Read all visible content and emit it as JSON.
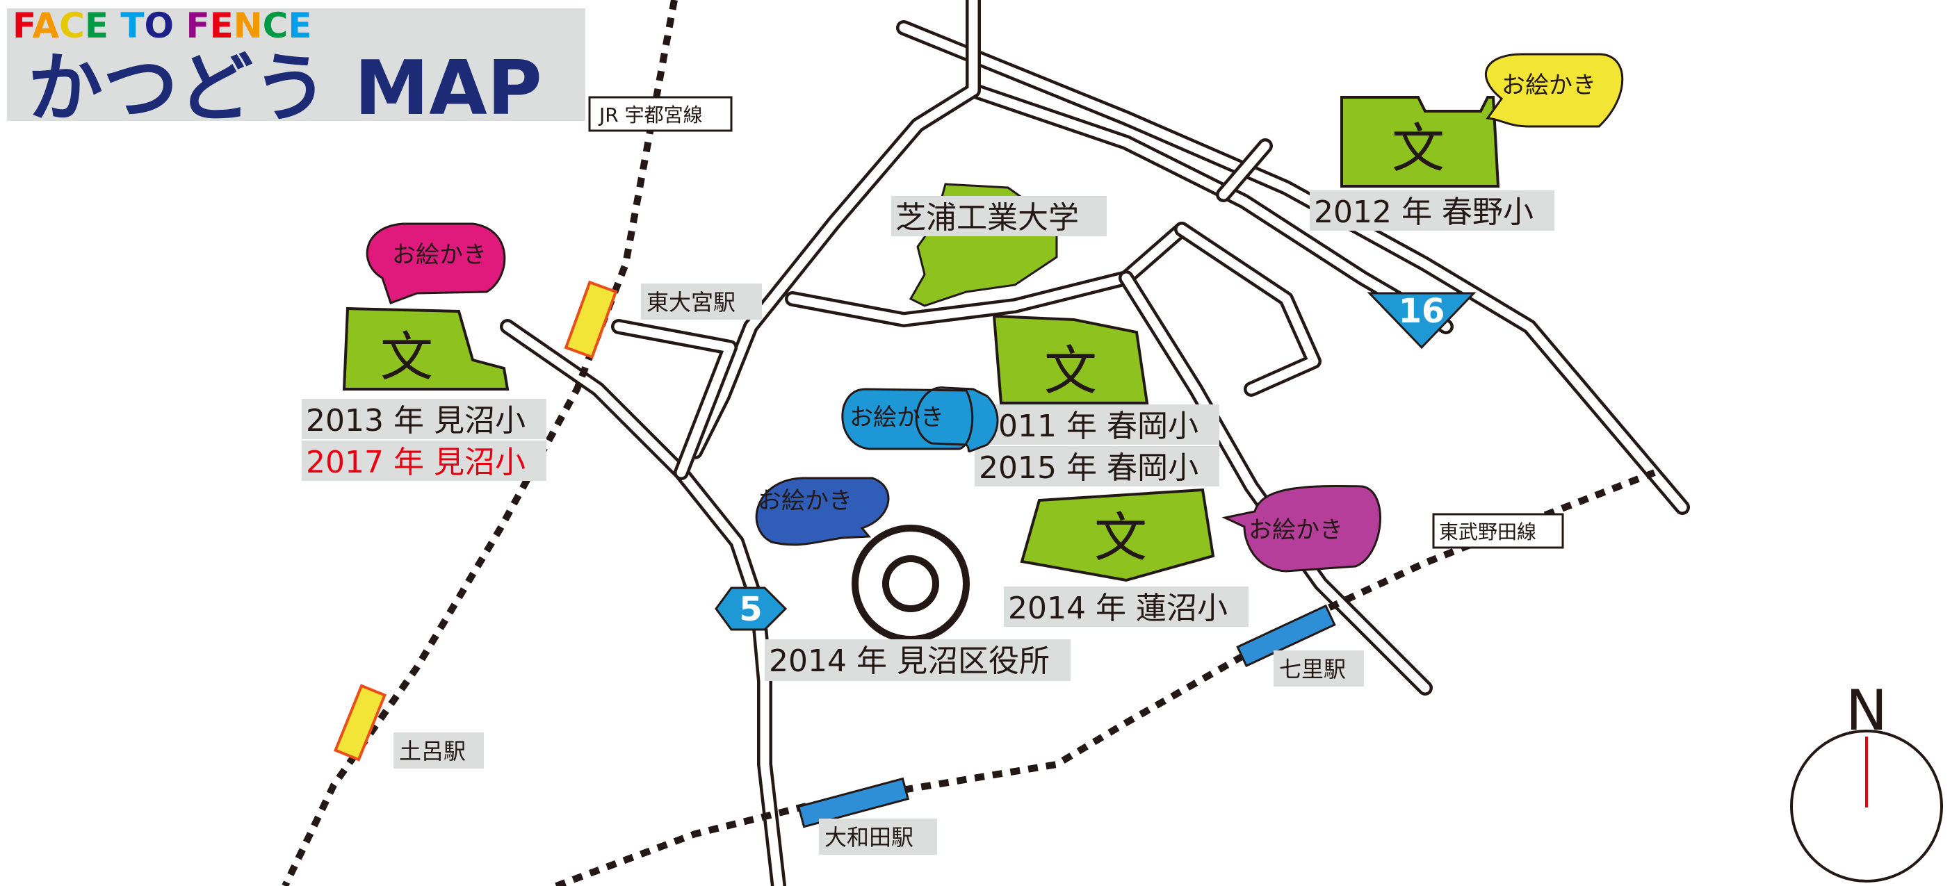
{
  "title": {
    "brand": "FACE TO FENCE",
    "brand_letter_colors": [
      "#e60012",
      "#f39800",
      "#e6c800",
      "#009944",
      "#00a0e9",
      "#1d2088",
      "#920783",
      "#e60012",
      "#f39800",
      "#009944",
      "#00a0e9",
      "#1d2088",
      "#e60012"
    ],
    "main": "かつどう MAP",
    "main_color": "#1d2a75"
  },
  "railways": {
    "jr_label": "JR 宇都宮線",
    "tobu_label": "東武野田線"
  },
  "stations": {
    "higashi_omiya": "東大宮駅",
    "toro": "土呂駅",
    "nanasato": "七里駅",
    "owada": "大和田駅",
    "jr_color": "#f3e438",
    "tobu_color": "#2e8fd6"
  },
  "landmarks": {
    "university": "芝浦工業大学",
    "ward_office": "2014 年 見沼区役所"
  },
  "routes": {
    "r16": "16",
    "r5": "5",
    "sign_color": "#1f98d6"
  },
  "schools": {
    "school_symbol": "文",
    "haruno": "2012 年 春野小",
    "haruoka_2011": "2011 年 春岡小",
    "haruoka_2015": "2015 年 春岡小",
    "minuma_2013": "2013 年 見沼小",
    "minuma_2017": "2017 年 見沼小",
    "hasunuma": "2014 年 蓮沼小"
  },
  "bubbles": {
    "text": "お絵かき",
    "yellow": "#f2e534",
    "pink": "#e0197d",
    "skyblue": "#1e97d6",
    "navy": "#2f5db8",
    "purple": "#b53e9b"
  },
  "compass": {
    "north": "N"
  }
}
